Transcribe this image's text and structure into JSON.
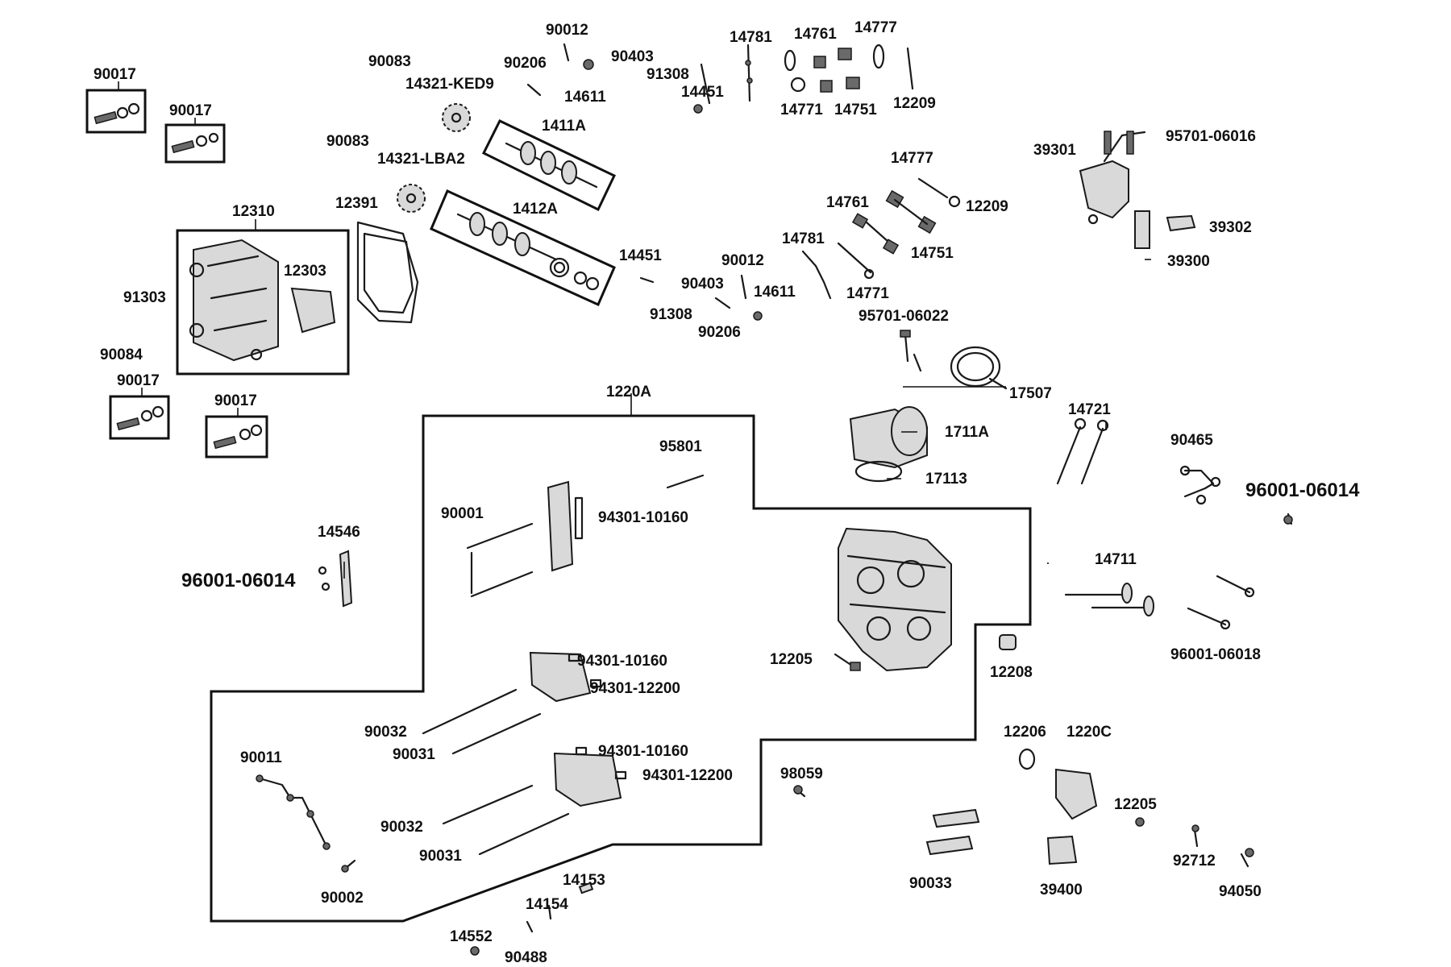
{
  "diagram": {
    "labels": [
      "90017",
      "90017",
      "90017",
      "90017",
      "90083",
      "14321-KED9",
      "90012",
      "90206",
      "14611",
      "90403",
      "91308",
      "14451",
      "14781",
      "14761",
      "14777",
      "14771",
      "14751",
      "12209",
      "1411A",
      "90083",
      "14321-LBA2",
      "1412A",
      "12391",
      "12310",
      "12303",
      "91303",
      "90084",
      "39301",
      "95701-06016",
      "39302",
      "39300",
      "14777",
      "12209",
      "14761",
      "14751",
      "14781",
      "14771",
      "14451",
      "90012",
      "90403",
      "14611",
      "91308",
      "90206",
      "95701-06022",
      "17507",
      "1711A",
      "17113",
      "1220A",
      "95801",
      "90001",
      "94301-10160",
      "14546",
      "96001-06014",
      "14721",
      "90465",
      "96001-06014",
      "14711",
      "96001-06018",
      "12205",
      "12208",
      "94301-10160",
      "94301-12200",
      "90032",
      "90031",
      "94301-10160",
      "94301-12200",
      "90011",
      "90032",
      "90031",
      "90002",
      "98059",
      "12206",
      "1220C",
      "12205",
      "92712",
      "94050",
      "90033",
      "39400",
      "14153",
      "14154",
      "14552",
      "90488"
    ]
  }
}
